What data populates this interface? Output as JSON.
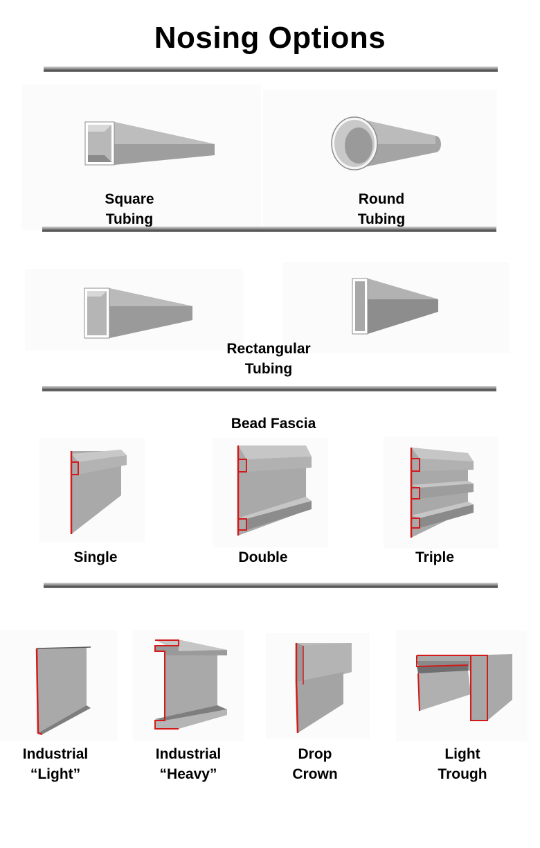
{
  "page": {
    "title": "Nosing Options"
  },
  "tubing_row": {
    "square": {
      "label": "Square\nTubing",
      "icon": "square-tubing-icon"
    },
    "round": {
      "label": "Round\nTubing",
      "icon": "round-tubing-icon"
    }
  },
  "rectangular_row": {
    "label": "Rectangular\nTubing",
    "icons": [
      "rectangular-tubing-wide-icon",
      "rectangular-tubing-tall-icon"
    ]
  },
  "bead_fascia": {
    "heading": "Bead Fascia",
    "items": [
      {
        "label": "Single",
        "icon": "bead-fascia-single-icon"
      },
      {
        "label": "Double",
        "icon": "bead-fascia-double-icon"
      },
      {
        "label": "Triple",
        "icon": "bead-fascia-triple-icon"
      }
    ]
  },
  "profiles": {
    "items": [
      {
        "label": "Industrial\n“Light”",
        "icon": "industrial-light-icon"
      },
      {
        "label": "Industrial\n“Heavy”",
        "icon": "industrial-heavy-icon"
      },
      {
        "label": "Drop\nCrown",
        "icon": "drop-crown-icon"
      },
      {
        "label": "Light\nTrough",
        "icon": "light-trough-icon"
      }
    ]
  },
  "colors": {
    "metal": "#a9a9a9",
    "metal_dark": "#7c7c7c",
    "edge": "#d21a1a"
  }
}
